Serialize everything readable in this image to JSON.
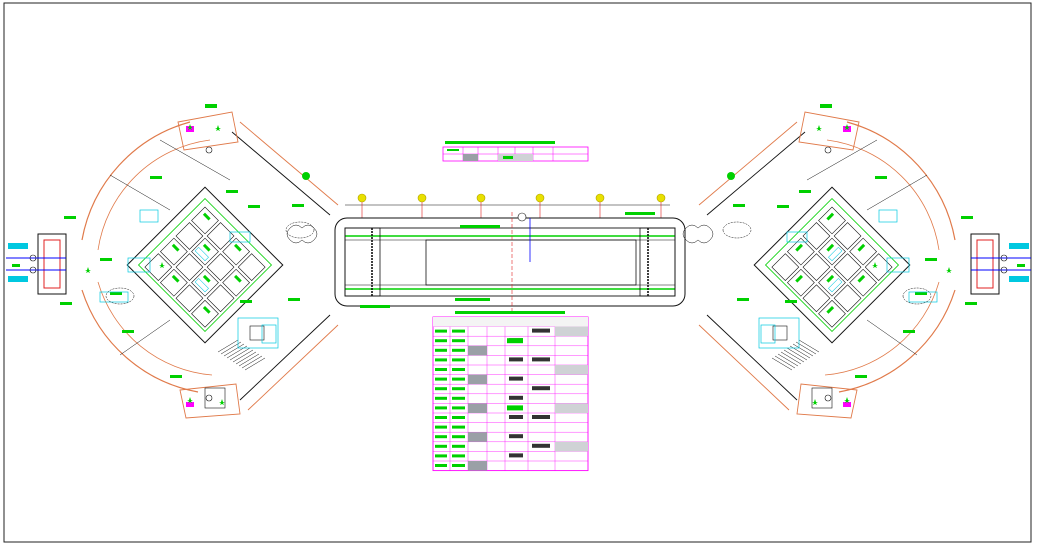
{
  "colors": {
    "frame": "#222222",
    "outline": "#e07a4a",
    "wall": "#111111",
    "tag": "#00d000",
    "cyan": "#00c8e0",
    "magenta": "#ff00ff",
    "yellow": "#e8e000",
    "red": "#e02020",
    "blue": "#0000ff",
    "grey": "#9aa0a6"
  },
  "drawing": {
    "title_block_visible": false,
    "symmetric_wings": [
      "left-wing",
      "right-wing"
    ],
    "bridge_grid_markers": 6,
    "legend_table_small": {
      "rows": 2,
      "cols": 7
    },
    "schedule_table": {
      "rows": 16,
      "cols": 7
    }
  }
}
